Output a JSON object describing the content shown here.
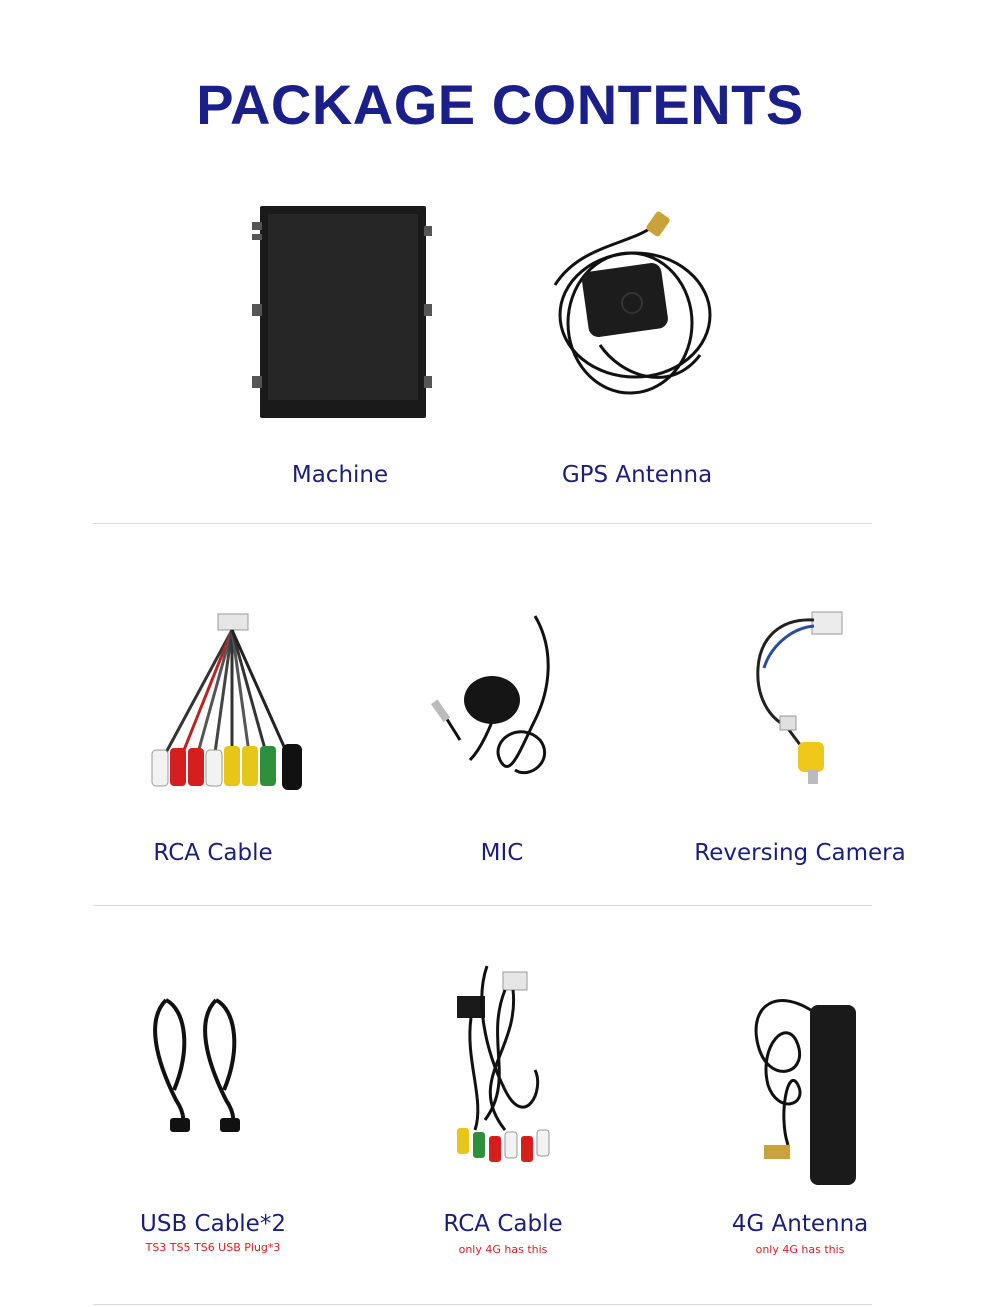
{
  "header": {
    "title": "PACKAGE CONTENTS"
  },
  "items": [
    {
      "label": "Machine",
      "note": "",
      "icon": "machine-screen-icon"
    },
    {
      "label": "GPS Antenna",
      "note": "",
      "icon": "gps-antenna-icon"
    },
    {
      "label": "RCA Cable",
      "note": "",
      "icon": "rca-cable-icon"
    },
    {
      "label": "MIC",
      "note": "",
      "icon": "mic-icon"
    },
    {
      "label": "Reversing Camera",
      "note": "",
      "icon": "reversing-camera-cable-icon"
    },
    {
      "label": "USB Cable*2",
      "note": "TS3 TS5 TS6 USB Plug*3",
      "icon": "usb-cable-icon"
    },
    {
      "label": "RCA Cable",
      "note": "only 4G has this",
      "icon": "rca-cable-4g-icon"
    },
    {
      "label": "4G Antenna",
      "note": "only 4G has this",
      "icon": "4g-antenna-icon"
    }
  ],
  "colors": {
    "title": "#1b1f8a",
    "label": "#1b1f7a",
    "note": "#e21b1b",
    "divider": "#d8d8d8"
  }
}
